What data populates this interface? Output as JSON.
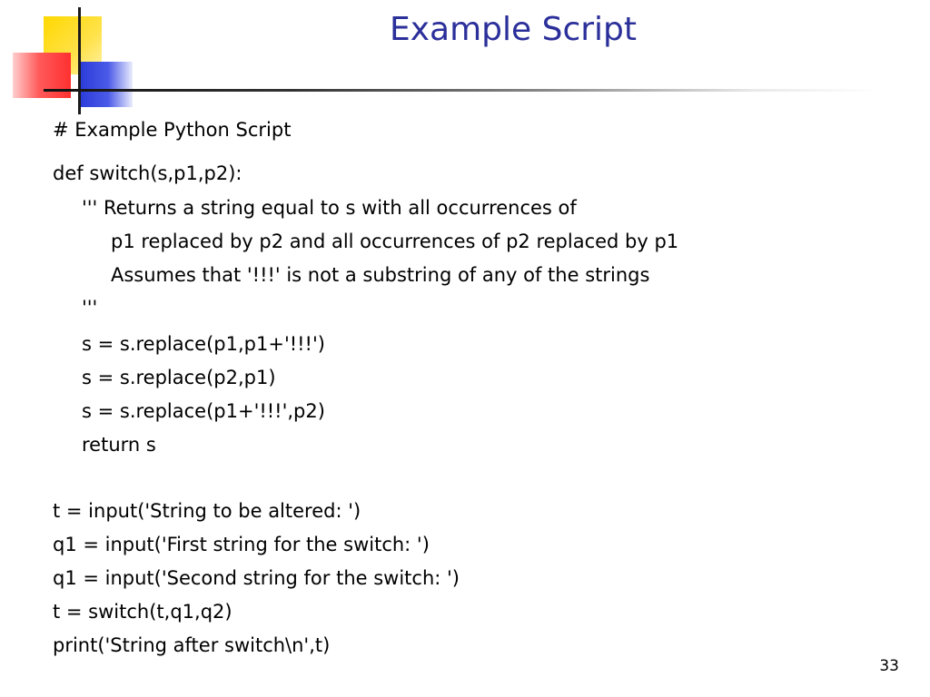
{
  "slide": {
    "title": "Example Script",
    "page_number": "33",
    "code_lines": [
      "# Example Python Script",
      "def switch(s,p1,p2):",
      "''' Returns a string equal to s with all occurrences of",
      "p1 replaced by p2 and all occurrences of p2 replaced by p1",
      "Assumes that '!!!' is not a substring of any of the strings",
      "'''",
      "s = s.replace(p1,p1+'!!!')",
      "s = s.replace(p2,p1)",
      "s = s.replace(p1+'!!!',p2)",
      "return s",
      "t = input('String to be altered: ')",
      "q1 = input('First string for the switch: ')",
      "q1 = input('Second string for the switch: ')",
      "t = switch(t,q1,q2)",
      "print('String after switch\\n',t)"
    ]
  }
}
